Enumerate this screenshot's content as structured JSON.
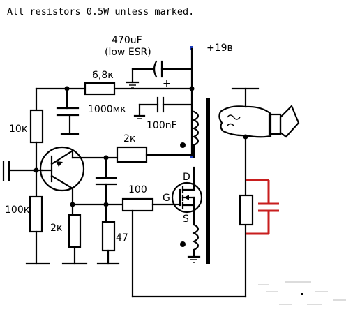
{
  "note": "All resistors 0.5W unless marked.",
  "labels": {
    "supply": "+19в",
    "cap_470_value": "470uF",
    "cap_470_type": "(low ESR)",
    "plus_sign": "+",
    "r_68k": "6,8к",
    "cap_1000": "1000мк",
    "cap_100n": "100nF",
    "r_10k": "10к",
    "r_100k": "100к",
    "r_2k_top": "2к",
    "r_2k_bottom": "2к",
    "r_100": "100",
    "r_47": "47",
    "gate": "G",
    "drain": "D",
    "source": "S"
  },
  "colors": {
    "wire": "#000000",
    "added_part": "#c81e1e",
    "supply_node": "#1f3fbf"
  },
  "icons": {
    "bulb": "lamp-icon",
    "camera": "camera-icon"
  }
}
